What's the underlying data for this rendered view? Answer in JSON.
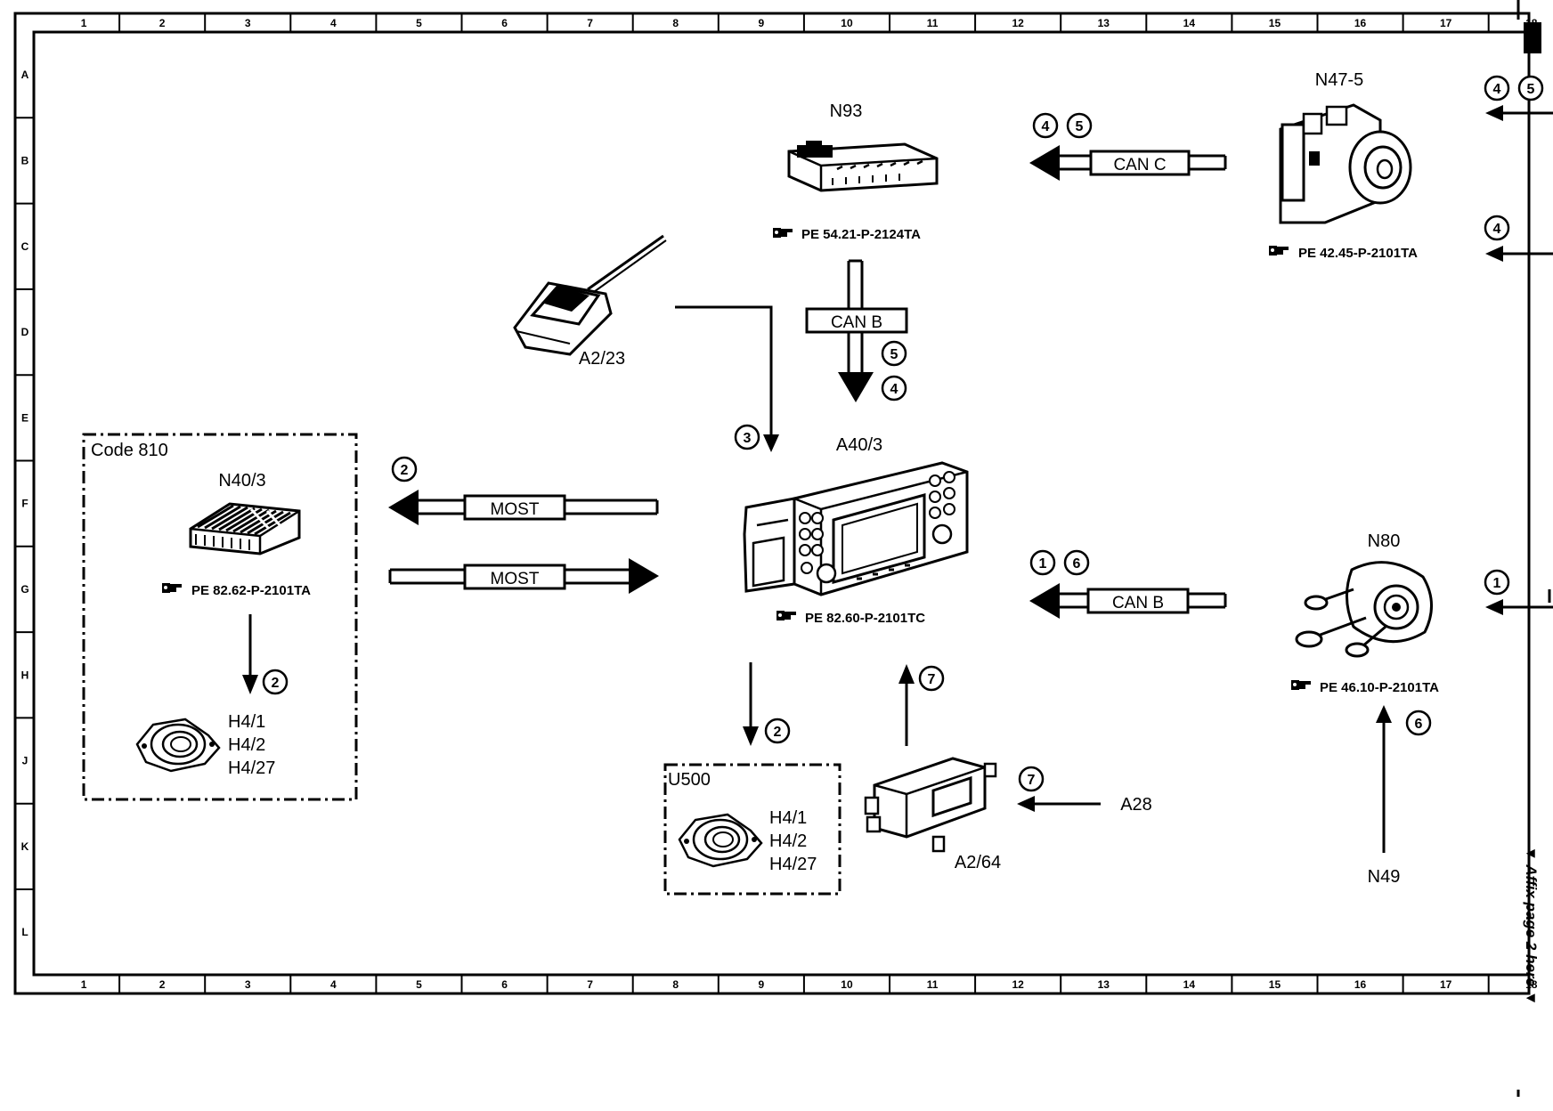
{
  "grid": {
    "columns": [
      "1",
      "2",
      "3",
      "4",
      "5",
      "6",
      "7",
      "8",
      "9",
      "10",
      "11",
      "12",
      "13",
      "14",
      "15",
      "16",
      "17",
      "18"
    ],
    "rows": [
      "A",
      "B",
      "C",
      "D",
      "E",
      "F",
      "G",
      "H",
      "J",
      "K",
      "L"
    ]
  },
  "side_note": "▼ Affix page 2 here ▼",
  "components": {
    "n93": {
      "label": "N93",
      "ref": "PE 54.21-P-2124TA"
    },
    "n47_5": {
      "label": "N47-5",
      "ref": "PE 42.45-P-2101TA"
    },
    "a2_23": {
      "label": "A2/23"
    },
    "a40_3": {
      "label": "A40/3",
      "ref": "PE 82.60-P-2101TC"
    },
    "n40_3": {
      "label": "N40/3",
      "ref": "PE 82.62-P-2101TA"
    },
    "n80": {
      "label": "N80",
      "ref": "PE 46.10-P-2101TA"
    },
    "a2_64": {
      "label": "A2/64"
    },
    "a28": {
      "label": "A28"
    },
    "n49": {
      "label": "N49"
    },
    "code810": {
      "title": "Code 810",
      "speakers": [
        "H4/1",
        "H4/2",
        "H4/27"
      ]
    },
    "u500": {
      "title": "U500",
      "speakers": [
        "H4/1",
        "H4/2",
        "H4/27"
      ]
    }
  },
  "buses": {
    "can_c": "CAN C",
    "can_b_vertical": "CAN B",
    "can_b_right": "CAN B",
    "most_top": "MOST",
    "most_bottom": "MOST"
  },
  "markers": {
    "m45_can_c": [
      "4",
      "5"
    ],
    "m45_edge": [
      "4",
      "5"
    ],
    "m4_edge": "4",
    "m54_can_b": [
      "5",
      "4"
    ],
    "m3": "3",
    "m2_most": "2",
    "m16": [
      "1",
      "6"
    ],
    "m1_edge": "1",
    "m2_code810": "2",
    "m7_up": "7",
    "m2_u500": "2",
    "m7_a28": "7",
    "m6": "6"
  },
  "icons": [
    "manual-reference-icon"
  ]
}
